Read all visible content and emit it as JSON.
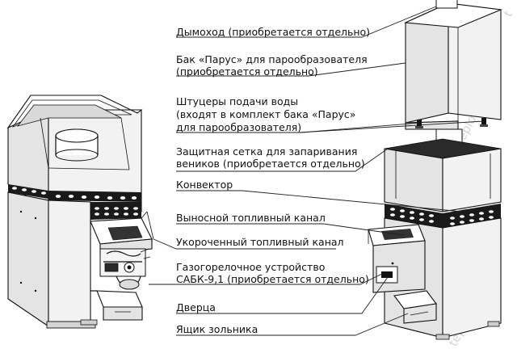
{
  "labels": {
    "chimney": "Дымоход (приобретается отдельно)",
    "tank_line1": "Бак «Парус» для парообразователя",
    "tank_line2": "(приобретается отдельно)",
    "fittings_line1": "Штуцеры подачи воды",
    "fittings_line2": "(входят в комплект бака «Парус»",
    "fittings_line3": "для парообразователя)",
    "net_line1": "Защитная сетка для запаривания",
    "net_line2": "веников (приобретается отдельно)",
    "convector": "Конвектор",
    "remote_channel": "Выносной топливный канал",
    "short_channel": "Укороченный топливный канал",
    "burner_line1": "Газогорелочное устройство",
    "burner_line2": "САБК-9,1 (приобретается отдельно)",
    "door": "Дверца",
    "ash_box": "Ящик зольника"
  },
  "watermarks": {
    "right_upper": "teplolab.by",
    "right_mid": "teplolab.by",
    "right_lower": "teplolab.by",
    "top_corner": "t"
  }
}
